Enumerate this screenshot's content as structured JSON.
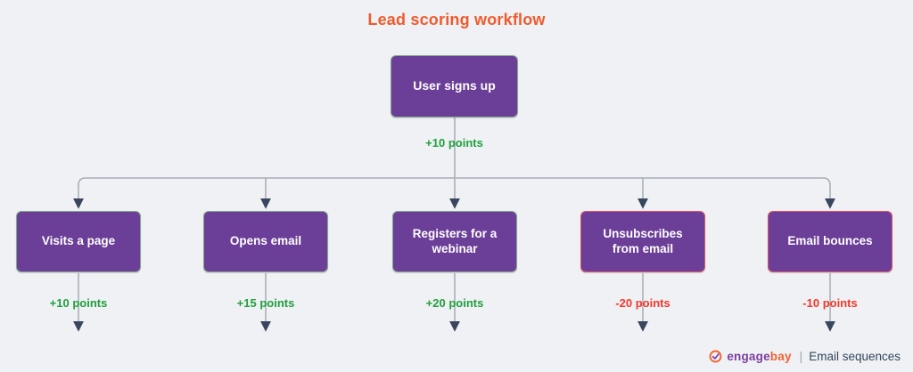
{
  "title": {
    "text": "Lead scoring workflow"
  },
  "root_node": {
    "label": "User signs up",
    "points": "+10 points",
    "points_type": "positive"
  },
  "branches": [
    {
      "label": "Visits a page",
      "points": "+10 points",
      "points_type": "positive"
    },
    {
      "label": "Opens email",
      "points": "+15 points",
      "points_type": "positive"
    },
    {
      "label": "Registers for a webinar",
      "points": "+20 points",
      "points_type": "positive"
    },
    {
      "label": "Unsubscribes from email",
      "points": "-20 points",
      "points_type": "negative"
    },
    {
      "label": "Email bounces",
      "points": "-10 points",
      "points_type": "negative"
    }
  ],
  "footer": {
    "brand_engage": "engage",
    "brand_bay": "bay",
    "separator": "|",
    "caption": "Email sequences"
  },
  "colors": {
    "background": "#eff1f4",
    "node_fill": "#6b3e98",
    "node_text": "#ffffff",
    "positive_border": "#85a98b",
    "negative_border": "#e05666",
    "positive_text": "#1fa03c",
    "negative_text": "#f2372b",
    "title": "#f05a2e",
    "connector_line": "#a7acb6",
    "arrowhead": "#39465e",
    "brand_purple": "#7a3fa0",
    "brand_orange": "#f2622f",
    "caption_text": "#33475b"
  }
}
